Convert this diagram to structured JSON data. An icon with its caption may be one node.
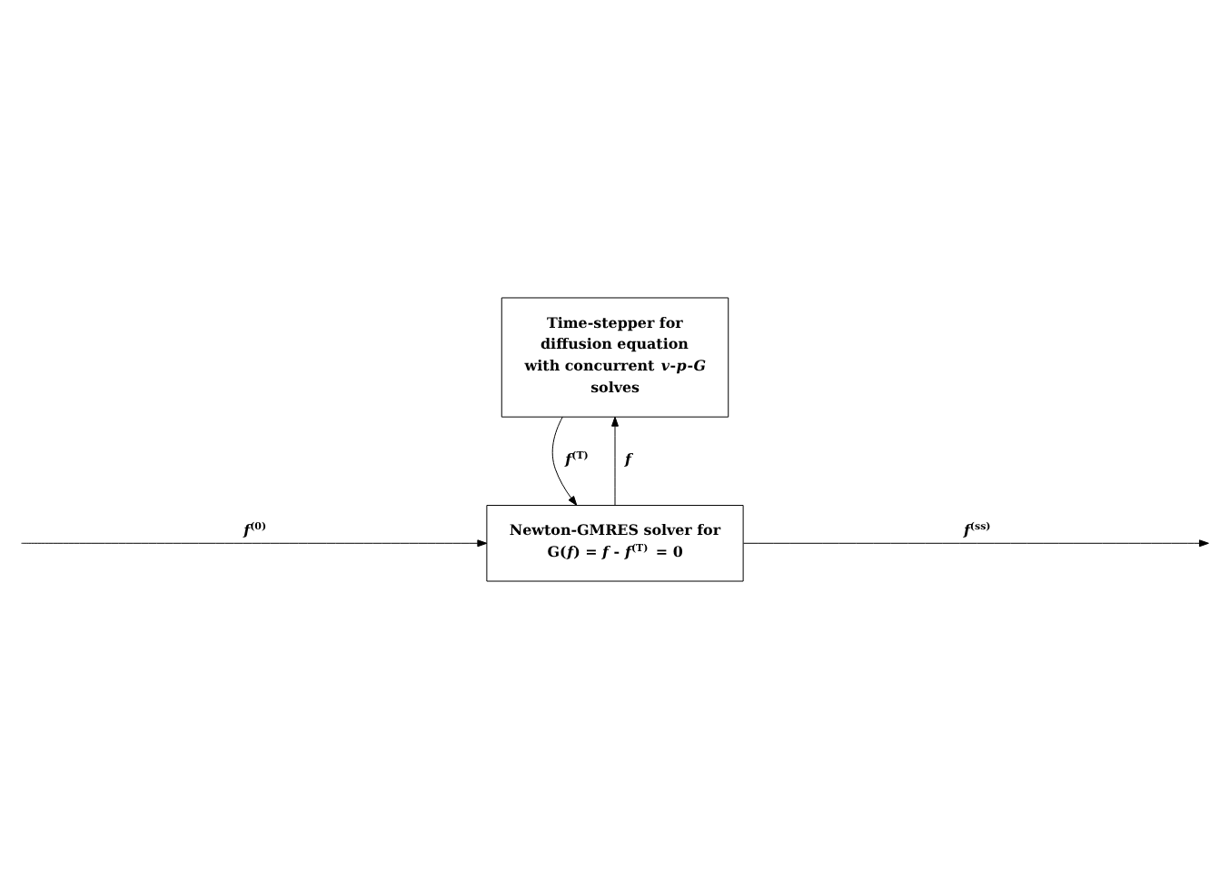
{
  "diagram": {
    "nodes": [
      {
        "text": [
          "Time-stepper for diffusion equation with concurrent *v*-*p*-*G* solves"
        ]
      },
      {
        "text": [
          "Newton-GMRES solver for G(*f*) = *f* - *f*$^{(T)}$ = 0"
        ]
      }
    ],
    "edges": [
      {
        "from": 1,
        "to": 0,
        "arrow": "to",
        "label": "*f*"
      },
      {
        "from": 0,
        "to": 1,
        "arrow": "to",
        "label": "*f*$^{(T)}$"
      },
      {
        "from": null,
        "to": 1,
        "arrow": "to",
        "label": "*f*$^{(0)}$"
      },
      {
        "from": 1,
        "to": null,
        "arrow": "to",
        "label": "*f*$^{(ss)}$"
      }
    ]
  }
}
